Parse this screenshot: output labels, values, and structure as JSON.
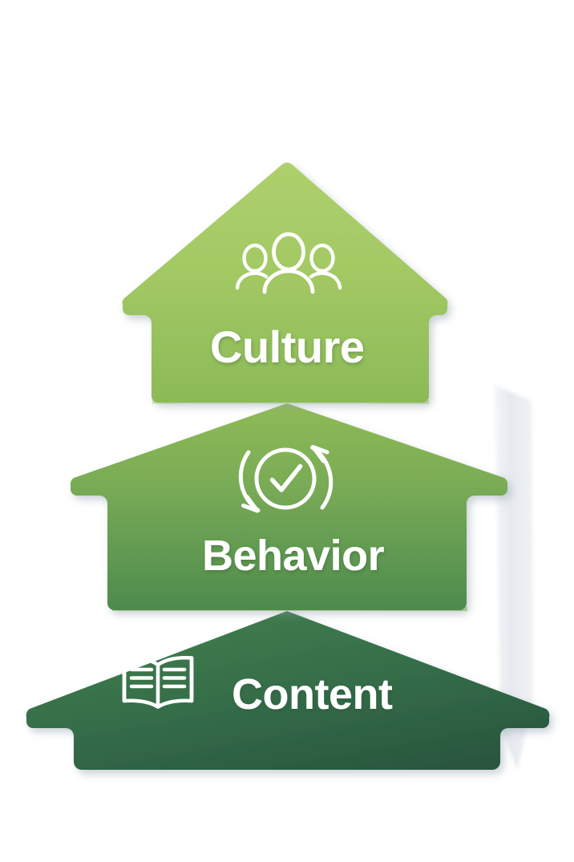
{
  "diagram": {
    "title": "Culture Behavior Content Arrow Stack",
    "background_color": "#ffffff",
    "shape_type": "upward-arrow-stack",
    "layer_count": 3
  },
  "layers": [
    {
      "id": "culture",
      "label": "Culture",
      "position": "top",
      "icon": "people-group-icon",
      "icon_description": "three people silhouettes outline",
      "gradient_from": "#aacd68",
      "gradient_to": "#8ebb55",
      "label_color": "#ffffff",
      "label_size": 56
    },
    {
      "id": "behavior",
      "label": "Behavior",
      "position": "middle",
      "icon": "refresh-check-icon",
      "icon_description": "circular arrows around a checkmark circle",
      "gradient_from": "#8dba55",
      "gradient_to": "#4f8f4f",
      "label_color": "#ffffff",
      "label_size": 54
    },
    {
      "id": "content",
      "label": "Content",
      "position": "bottom",
      "icon": "open-book-icon",
      "icon_description": "open book with text lines on both pages",
      "gradient_from": "#3d7a4e",
      "gradient_to": "#2b5c42",
      "label_color": "#ffffff",
      "label_size": 52
    }
  ],
  "decor": {
    "ghost_shape_color": "#e7ebef",
    "highlight_line_color": "#c9e39a",
    "shadow_color": "#b9c3cc"
  }
}
